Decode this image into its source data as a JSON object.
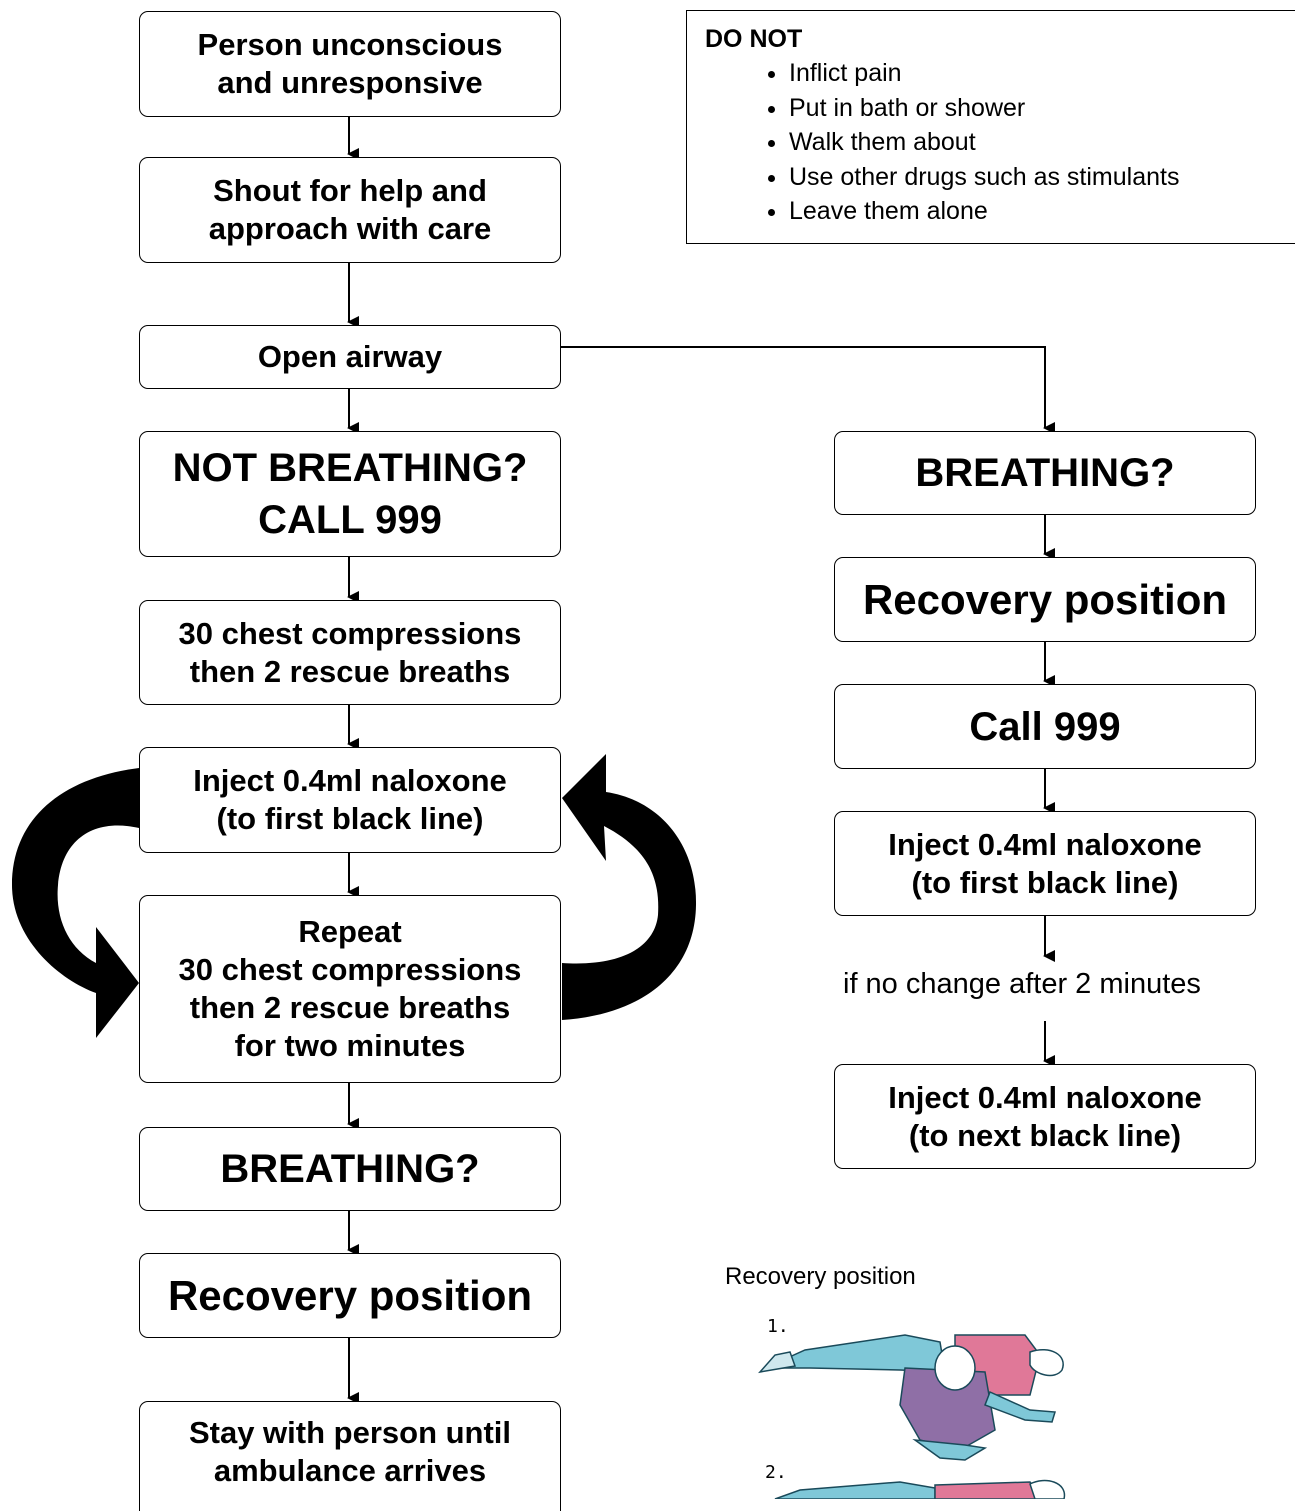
{
  "left_flow": {
    "step1": [
      "Person unconscious",
      "and unresponsive"
    ],
    "step2": [
      "Shout for help and",
      "approach with care"
    ],
    "step3": [
      "Open airway"
    ],
    "step4": [
      "NOT BREATHING?",
      "CALL 999"
    ],
    "step5": [
      "30 chest compressions",
      "then 2 rescue breaths"
    ],
    "step6": [
      "Inject 0.4ml naloxone",
      "(to first black line)"
    ],
    "step7": [
      "Repeat",
      "30 chest compressions",
      "then 2 rescue breaths",
      "for two minutes"
    ],
    "step8": [
      "BREATHING?"
    ],
    "step9": [
      "Recovery position"
    ],
    "step10": [
      "Stay with person until",
      "ambulance arrives"
    ]
  },
  "right_flow": {
    "step1": [
      "BREATHING?"
    ],
    "step2": [
      "Recovery position"
    ],
    "step3": [
      "Call 999"
    ],
    "step4": [
      "Inject 0.4ml naloxone",
      "(to first black line)"
    ],
    "condition": "if no change after 2 minutes",
    "step5": [
      "Inject 0.4ml naloxone",
      "(to next black line)"
    ]
  },
  "do_not": {
    "title": "DO NOT",
    "items": [
      "Inflict pain",
      "Put in bath or shower",
      "Walk them about",
      "Use other drugs such as stimulants",
      "Leave them alone"
    ]
  },
  "recovery_illustration": {
    "caption": "Recovery position",
    "step_labels": [
      "1.",
      "2."
    ],
    "colors": {
      "trousers": "#7fc8d8",
      "shirt": "#e07898",
      "jumper": "#8f6fa6"
    }
  }
}
